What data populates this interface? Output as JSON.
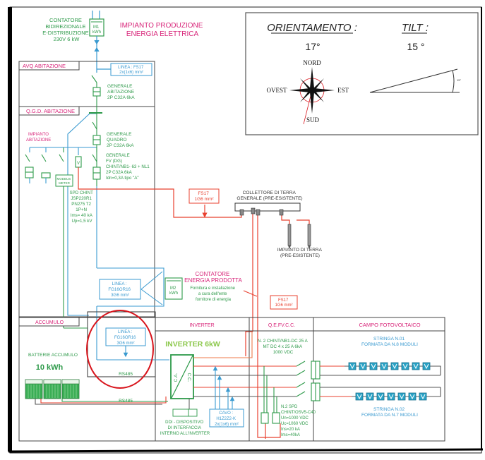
{
  "title": [
    "IMPIANTO PRODUZIONE",
    "ENERGIA ELETTRICA"
  ],
  "colors": {
    "green": "#2e9a4a",
    "blue": "#3a9ad0",
    "red": "#e8402f",
    "orange": "#ef7a4a",
    "magenta": "#d8267a",
    "frame": "#444444",
    "circle": "#d8141c",
    "battery": "#3aae55"
  },
  "meter_main": {
    "label": [
      "CONTATORE",
      "BIDIREZIONALE",
      "E-DISTRIBUZIONE",
      "230V 6 kW"
    ],
    "symbol": [
      "M1",
      "kWh"
    ]
  },
  "orientation_panel": {
    "orientation_title": "ORIENTAMENTO :",
    "orientation_value": "17°",
    "tilt_title": "TILT :",
    "tilt_value": "15 °",
    "tilt_angle_label": "15°",
    "compass": {
      "north": "NORD",
      "south": "SUD",
      "east": "EST",
      "west": "OVEST"
    }
  },
  "sections": {
    "avq": "AVQ  ABITAZIONE",
    "qgd": "Q.G.D. ABITAZIONE",
    "accumulo": "ACCUMULO",
    "inverter": "INVERTER",
    "qefvcc": "Q.E.FV.C.C.",
    "campo": "CAMPO FOTOVOLTAICO"
  },
  "cables": {
    "linea_fs17": [
      "LINEA : FS17",
      "2x(1x6) mm²"
    ],
    "linea_fg16_m2": [
      "LINEA :",
      "FG16OR16",
      "3G6 mm²"
    ],
    "linea_fg16_acc": [
      "LINEA :",
      "FG16OR16",
      "3G6 mm²"
    ],
    "fs17_earth_1": [
      "FS17",
      "1G6 mm²"
    ],
    "fs17_earth_2": [
      "FS17",
      "1G6 mm²"
    ],
    "cavo_h1z2z2": [
      "CAVO :",
      "H1Z2Z2-K",
      "2x(1x6) mm²"
    ]
  },
  "devices": {
    "generale_abitazione": [
      "GENERALE",
      "ABITAZIONE",
      "2P C32A 6kA"
    ],
    "generale_quadro": [
      "GENERALE",
      "QUADRO",
      "2P C32A 6kA"
    ],
    "generale_fv": [
      "GENERALE",
      "FV (DG)",
      "CHINT/NB1- 63 + NL1",
      "2P  C32A  6kA",
      "Idn=0,3A tipo \"A\""
    ],
    "impianto_abitazione": [
      "IMPIANTO",
      "ABITAZIONE"
    ],
    "modbus_meter": [
      "MODBUS",
      "METER"
    ],
    "spd_chint": [
      "SPD CHINT",
      "JSP220R1",
      "PN275 T2",
      "1P+N",
      "Ims= 40 kA",
      "Up=1,5 kV"
    ]
  },
  "earth": {
    "collector": [
      "COLLETTORE DI TERRA",
      "GENERALE (PRE-ESISTENTE)"
    ],
    "plant": [
      "IMPIANTO DI TERRA",
      "(PRE-ESISTENTE)"
    ]
  },
  "meter_produced": {
    "title": [
      "CONTATORE",
      "ENERGIA PRODOTTA"
    ],
    "note": [
      "Fornitura e installazione",
      "a cura dell'ente",
      "fornitore di energia"
    ],
    "symbol": [
      "M2",
      "kWh"
    ]
  },
  "battery": {
    "label": "BATTERIE ACCUMULO",
    "capacity": "10 kWh",
    "rs485_top": "RS485",
    "rs485_bottom": "RS485"
  },
  "inverter": {
    "model": "INVERTER 6kW",
    "ac": "C.A.",
    "dc": "C.C.",
    "ddi": [
      "DDI - DISPOSITIVO",
      "DI INTERFACCIA",
      "INTERNO ALL'INVERTER"
    ]
  },
  "qefvcc": {
    "breakers": [
      "N. 2 CHINT/NB1-DC 25 A",
      "MT DC 4 x 25 A  6kA",
      "1000 VDC"
    ],
    "spd": [
      "N.2 SPD",
      "CHINT/OSV5-C40",
      "Un=1000 VDC",
      "Uc=1060 VDC",
      "Ins=20 kA",
      "Ims=40kA"
    ]
  },
  "strings": [
    {
      "label": [
        "STRINGA N.01",
        "FORMATA DA N.8 MODULI"
      ],
      "modules": 8
    },
    {
      "label": [
        "STRINGA N.02",
        "FORMATA DA N.7 MODULI"
      ],
      "modules": 7
    }
  ]
}
